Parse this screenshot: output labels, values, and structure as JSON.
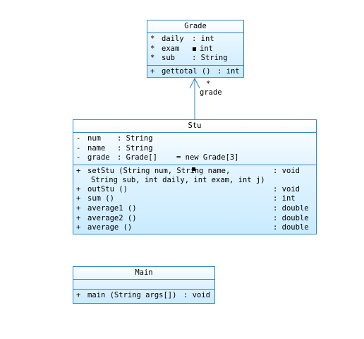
{
  "grade": {
    "name": "Grade",
    "attributes": [
      {
        "vis": "*",
        "name": "daily",
        "type": ": int"
      },
      {
        "vis": "*",
        "name": "exam",
        "type": "int"
      },
      {
        "vis": "*",
        "name": "sub",
        "type": ": String"
      }
    ],
    "operations": [
      {
        "vis": "+",
        "name": "gettotal ()",
        "type": ": int"
      }
    ]
  },
  "association": {
    "multiplicity": "*",
    "role": "grade"
  },
  "stu": {
    "name": "Stu",
    "attributes": [
      {
        "vis": "-",
        "name": "num",
        "type": ": String",
        "extra": ""
      },
      {
        "vis": "-",
        "name": "name",
        "type": ": String",
        "extra": ""
      },
      {
        "vis": "-",
        "name": "grade",
        "type": ": Grade[]",
        "extra": "= new Grade[3]"
      }
    ],
    "operations": [
      {
        "vis": "+",
        "name": "setStu (String num, String name,",
        "name2": "String sub, int daily, int exam, int j)",
        "type": ": void"
      },
      {
        "vis": "+",
        "name": "outStu ()",
        "type": ": void"
      },
      {
        "vis": "+",
        "name": "sum ()",
        "type": ": int"
      },
      {
        "vis": "+",
        "name": "average1 ()",
        "type": ": double"
      },
      {
        "vis": "+",
        "name": "average2 ()",
        "type": ": double"
      },
      {
        "vis": "+",
        "name": "average ()",
        "type": ": double"
      }
    ]
  },
  "main": {
    "name": "Main",
    "operations": [
      {
        "vis": "+",
        "name": "main (String args[])",
        "type": ": void"
      }
    ]
  }
}
